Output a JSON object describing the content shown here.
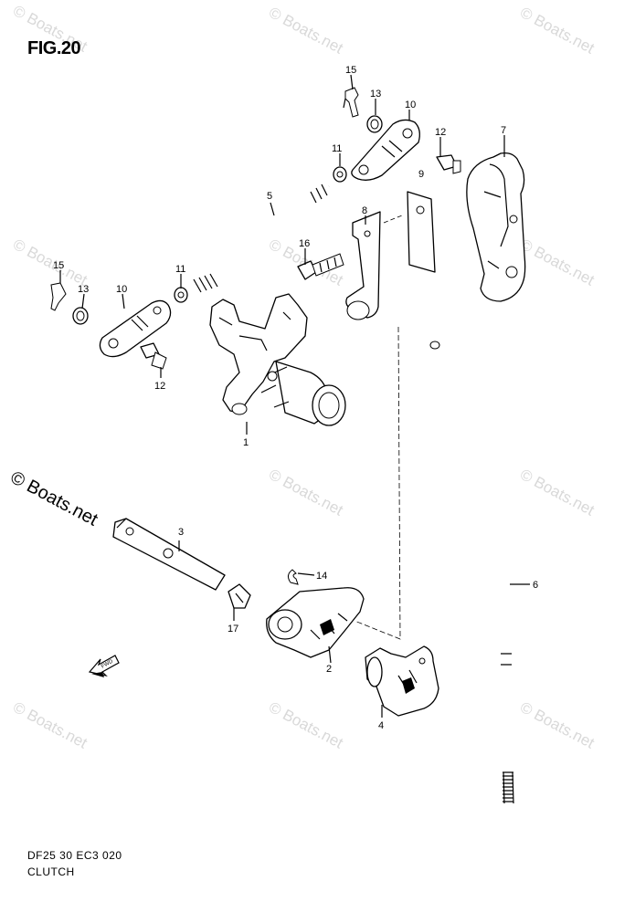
{
  "figure": {
    "title": "FIG.20",
    "code": "DF25 30 EC3  020",
    "name": "CLUTCH"
  },
  "watermark": {
    "text": "© Boats.net"
  },
  "callouts": {
    "c1": "1",
    "c2": "2",
    "c3": "3",
    "c4": "4",
    "c5": "5",
    "c6": "6",
    "c7": "7",
    "c8": "8",
    "c9": "9",
    "c10a": "10",
    "c10b": "10",
    "c11a": "11",
    "c11b": "11",
    "c12a": "12",
    "c12b": "12",
    "c13a": "13",
    "c13b": "13",
    "c14": "14",
    "c15a": "15",
    "c15b": "15",
    "c16": "16",
    "c17": "17"
  },
  "direction_marker": {
    "label": "FWD",
    "icon": "fwd-arrow-icon"
  }
}
